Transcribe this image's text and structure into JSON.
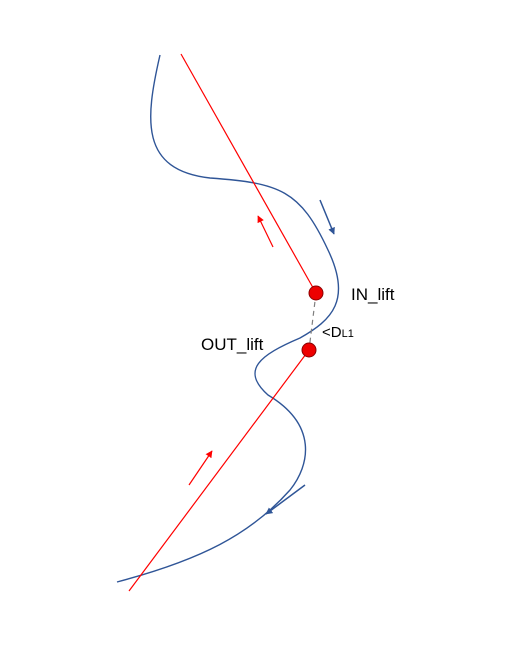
{
  "labels": {
    "in_point": "IN_lift",
    "out_point": "OUT_lift",
    "distance_prefix": "<D",
    "distance_subscript": "L1"
  },
  "colors": {
    "background": "#ffffff",
    "curve": "#2f5597",
    "lines": "#ff0000",
    "point_fill": "#ee0000",
    "point_stroke": "#8b0000",
    "connector": "#7f7f7f",
    "text": "#000000"
  },
  "elements": {
    "curve": "blue-flow-curve",
    "in_line": "red-in-line",
    "out_line": "red-out-line",
    "connector": "dashed-distance-connector",
    "arrows": [
      "blue-arrow-down",
      "blue-arrow-down-left",
      "red-arrow-up-left",
      "red-arrow-up-right"
    ]
  }
}
